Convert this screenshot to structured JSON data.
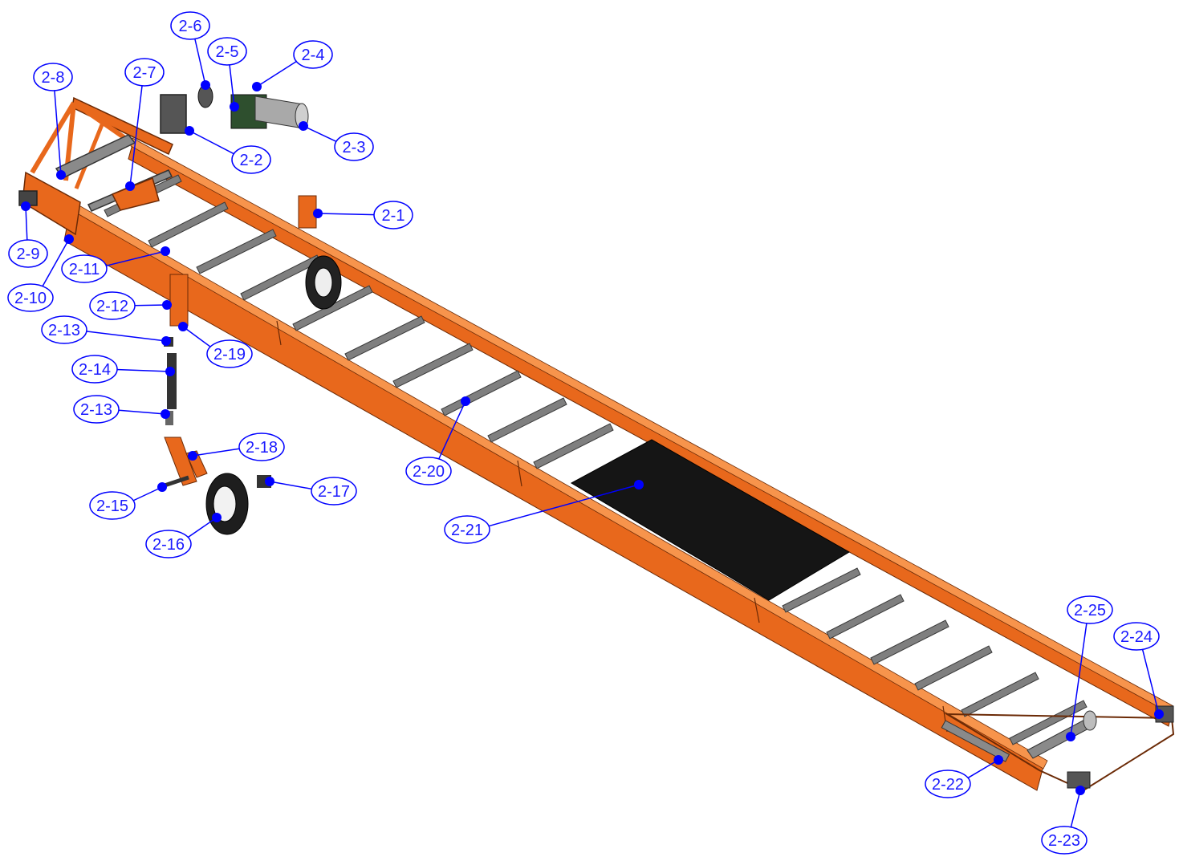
{
  "diagram": {
    "type": "exploded-assembly",
    "colors": {
      "frame": "#e8681c",
      "frame_dark": "#a8440c",
      "frame_light": "#f7944c",
      "roller": "#7f7f7f",
      "belt": "#151515",
      "callout": "#0000ff",
      "callout_text": "#1a1aff",
      "callout_fill": "#ffffff"
    },
    "callouts": [
      {
        "label": "2-1"
      },
      {
        "label": "2-2"
      },
      {
        "label": "2-3"
      },
      {
        "label": "2-4"
      },
      {
        "label": "2-5"
      },
      {
        "label": "2-6"
      },
      {
        "label": "2-7"
      },
      {
        "label": "2-8"
      },
      {
        "label": "2-9"
      },
      {
        "label": "2-10"
      },
      {
        "label": "2-11"
      },
      {
        "label": "2-12"
      },
      {
        "label": "2-13"
      },
      {
        "label": "2-19"
      },
      {
        "label": "2-14"
      },
      {
        "label": "2-13"
      },
      {
        "label": "2-18"
      },
      {
        "label": "2-15"
      },
      {
        "label": "2-16"
      },
      {
        "label": "2-17"
      },
      {
        "label": "2-20"
      },
      {
        "label": "2-21"
      },
      {
        "label": "2-22"
      },
      {
        "label": "2-23"
      },
      {
        "label": "2-24"
      },
      {
        "label": "2-25"
      }
    ]
  }
}
